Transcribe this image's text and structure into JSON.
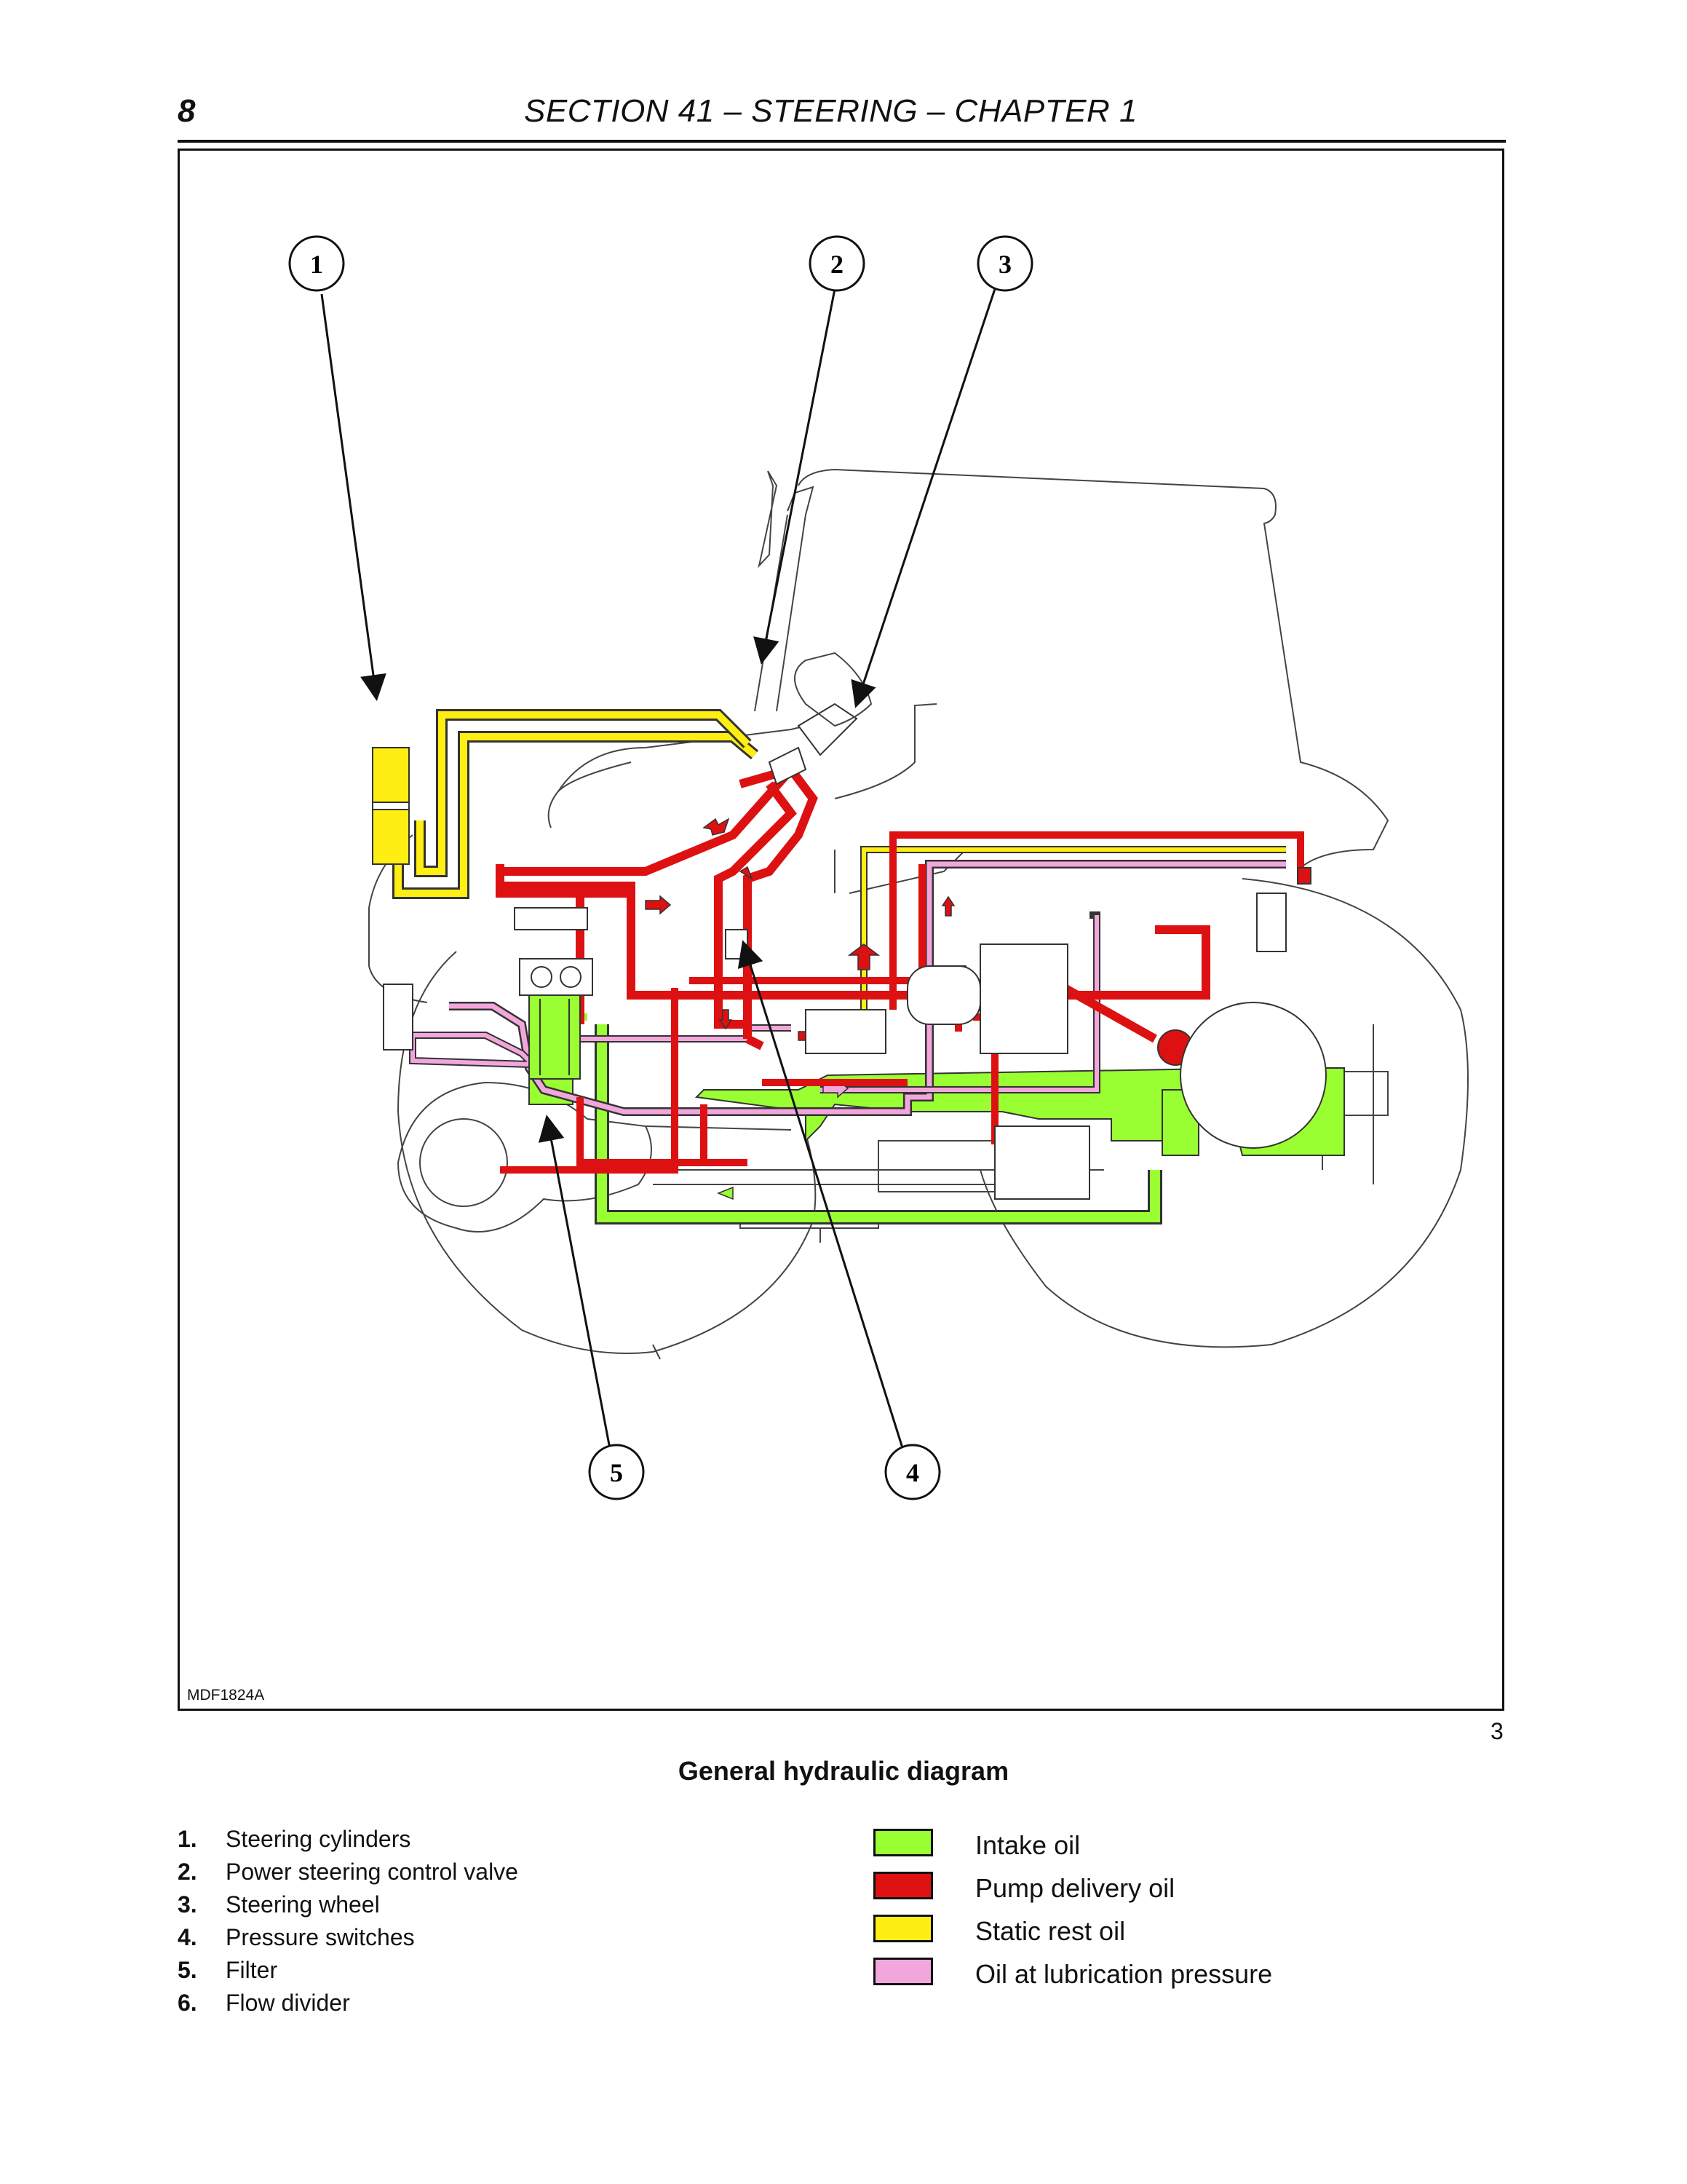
{
  "header": {
    "page_number": "8",
    "section_title": "SECTION 41 – STEERING – CHAPTER 1"
  },
  "figure": {
    "code": "MDF1824A",
    "number": "3",
    "caption": "General hydraulic diagram",
    "callouts": [
      "1",
      "2",
      "3",
      "4",
      "5"
    ]
  },
  "parts_legend": [
    {
      "num": "1.",
      "label": "Steering cylinders"
    },
    {
      "num": "2.",
      "label": "Power steering control valve"
    },
    {
      "num": "3.",
      "label": "Steering wheel"
    },
    {
      "num": "4.",
      "label": "Pressure switches"
    },
    {
      "num": "5.",
      "label": "Filter"
    },
    {
      "num": "6.",
      "label": "Flow divider"
    }
  ],
  "color_legend": [
    {
      "label": "Intake oil",
      "color": "#99ff33"
    },
    {
      "label": "Pump delivery oil",
      "color": "#dd1111"
    },
    {
      "label": "Static rest oil",
      "color": "#ffee11"
    },
    {
      "label": "Oil at lubrication pressure",
      "color": "#f2a6dc"
    }
  ]
}
